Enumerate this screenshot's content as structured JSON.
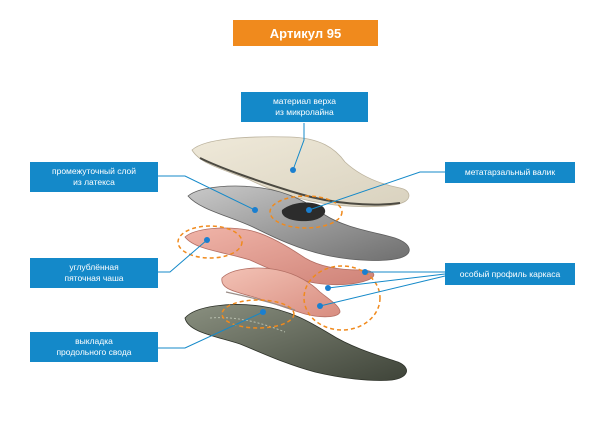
{
  "title": "Артикул 95",
  "labels": {
    "upper_material": "материал верха\nиз микролайна",
    "latex_layer": "промежуточный слой\nиз латекса",
    "metatarsal_pad": "метатарзальный валик",
    "heel_cup": "углублённая\nпяточная чаша",
    "frame_profile": "особый профиль каркаса",
    "arch_support": "выкладка\nпродольного свода"
  },
  "colors": {
    "accent_orange": "#f08a1d",
    "label_blue": "#1489c9",
    "marker_blue": "#1a7fd0",
    "dashed_circle": "#f08a1d"
  }
}
